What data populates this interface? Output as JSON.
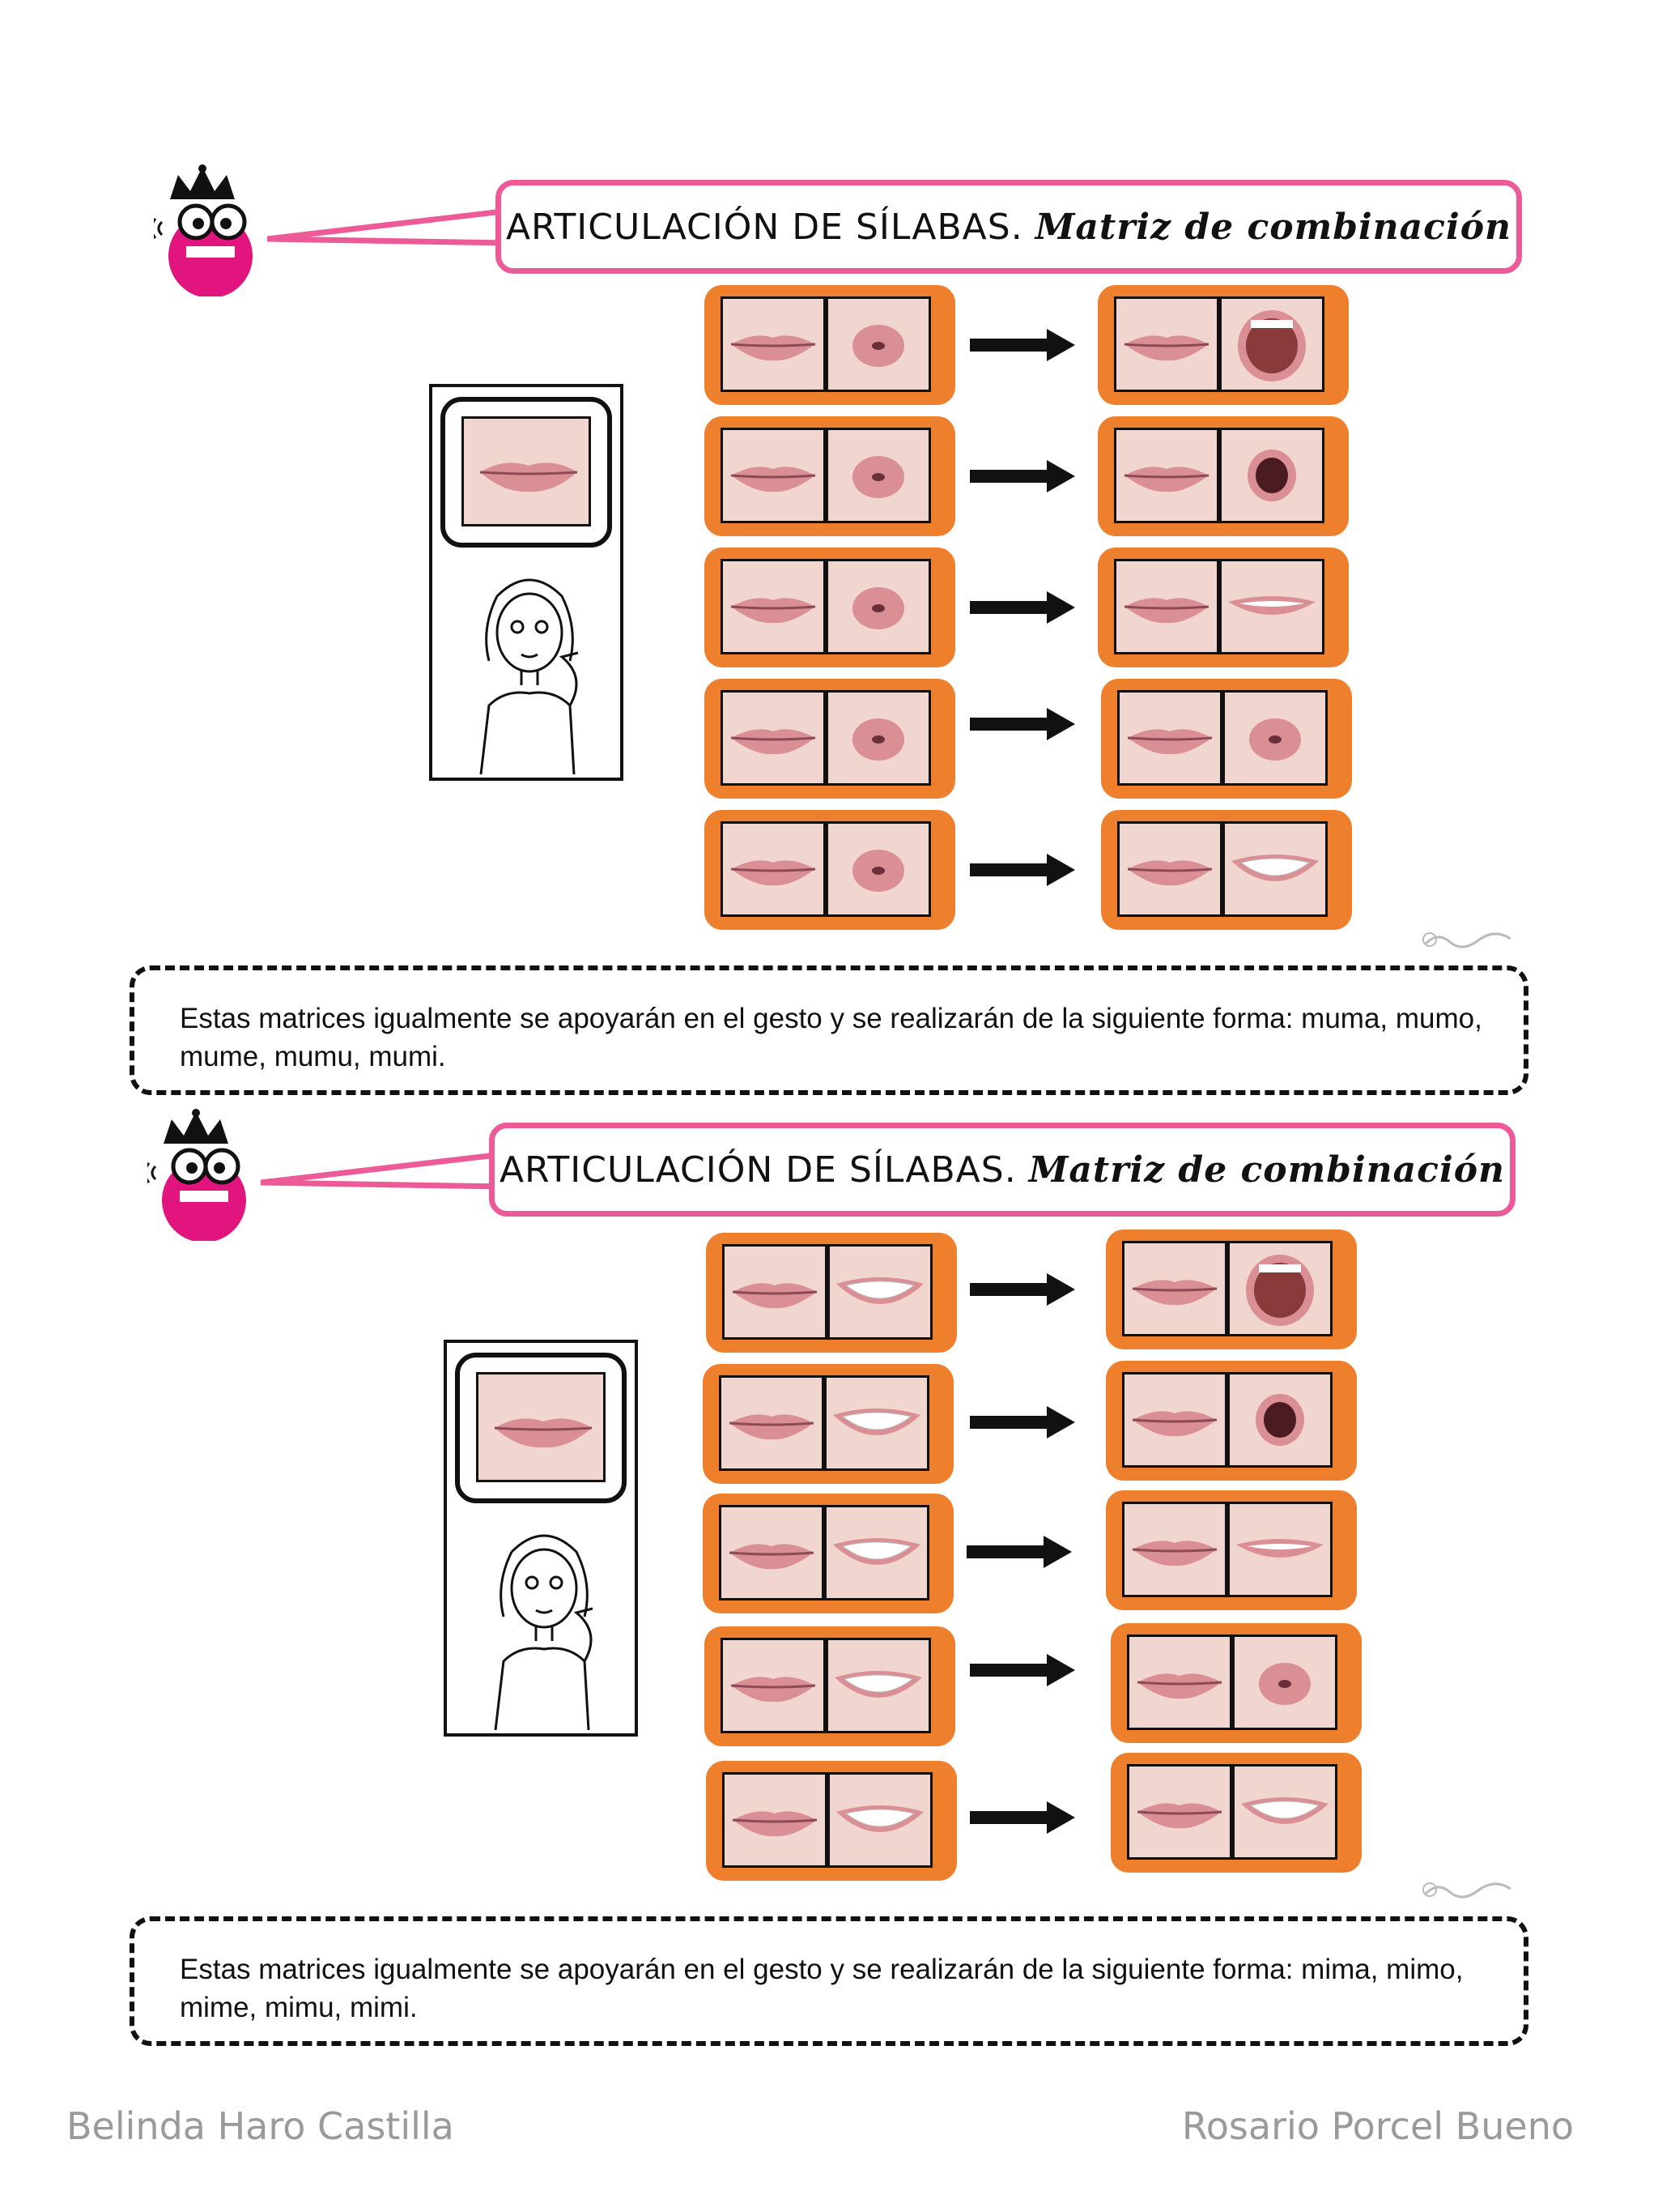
{
  "sections": [
    {
      "title_main": "ARTICULACIÓN DE SÍLABAS.",
      "title_sub": "Matriz de combinación",
      "rows": [
        {
          "left": "lips-closed",
          "left_b": "lips-pucker",
          "right": "lips-closed",
          "right_b": "mouth-open-wide"
        },
        {
          "left": "lips-closed",
          "left_b": "lips-pucker",
          "right": "lips-closed",
          "right_b": "mouth-open-round"
        },
        {
          "left": "lips-closed",
          "left_b": "lips-pucker",
          "right": "lips-closed",
          "right_b": "lips-smile"
        },
        {
          "left": "lips-closed",
          "left_b": "lips-pucker",
          "right": "lips-closed",
          "right_b": "lips-pucker"
        },
        {
          "left": "lips-closed",
          "left_b": "lips-pucker",
          "right": "lips-closed",
          "right_b": "teeth-smile"
        }
      ],
      "note": "Estas matrices igualmente se apoyarán en el gesto y se realizarán de la siguiente forma: muma, mumo, mume, mumu, mumi."
    },
    {
      "title_main": "ARTICULACIÓN DE SÍLABAS.",
      "title_sub": "Matriz de combinación",
      "rows": [
        {
          "left": "lips-closed",
          "left_b": "teeth-smile",
          "right": "lips-closed",
          "right_b": "mouth-open-wide"
        },
        {
          "left": "lips-closed",
          "left_b": "teeth-smile",
          "right": "lips-closed",
          "right_b": "mouth-open-round"
        },
        {
          "left": "lips-closed",
          "left_b": "teeth-smile",
          "right": "lips-closed",
          "right_b": "lips-smile"
        },
        {
          "left": "lips-closed",
          "left_b": "teeth-smile",
          "right": "lips-closed",
          "right_b": "lips-pucker"
        },
        {
          "left": "lips-closed",
          "left_b": "teeth-smile",
          "right": "lips-closed",
          "right_b": "teeth-smile"
        }
      ],
      "note": "Estas matrices igualmente se apoyarán en el gesto y se realizarán de la siguiente forma: mima, mimo, mime, mimu, mimi."
    }
  ],
  "footer": {
    "left": "Belinda Haro Castilla",
    "right": "Rosario Porcel Bueno"
  },
  "colors": {
    "accent_pink": "#ec5b98",
    "card_orange": "#ee7f2d",
    "footer_gray": "#9a9a9a"
  },
  "icons": [
    "mascot-crown-icon",
    "arrow-right-icon",
    "lips-icon",
    "girl-sign-gesture-icon"
  ]
}
